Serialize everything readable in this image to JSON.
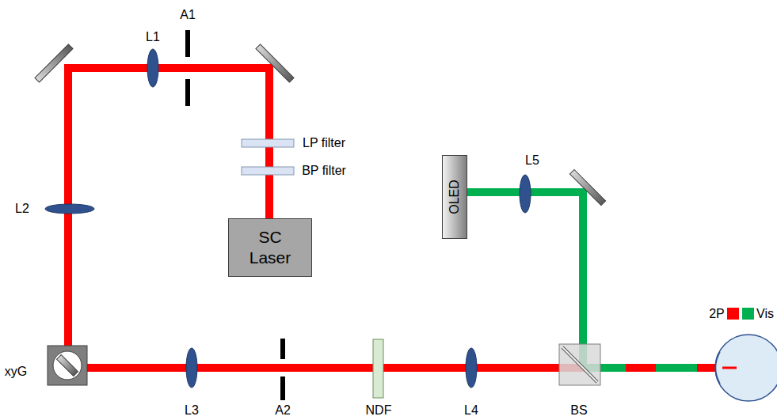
{
  "diagram": {
    "nodes": [
      {
        "text": [
          "SC Laser"
        ]
      },
      {
        "text": [
          "OLED"
        ]
      }
    ],
    "labels": [
      "L1",
      "A1",
      "LP filter",
      "BP filter",
      "L2",
      "xyG",
      "L3",
      "A2",
      "NDF",
      "L4",
      "BS",
      "L5"
    ],
    "legend": [
      {
        "text": "2P",
        "color": "#ff0000"
      },
      {
        "text": "Vis",
        "color": "#00b050"
      }
    ]
  }
}
